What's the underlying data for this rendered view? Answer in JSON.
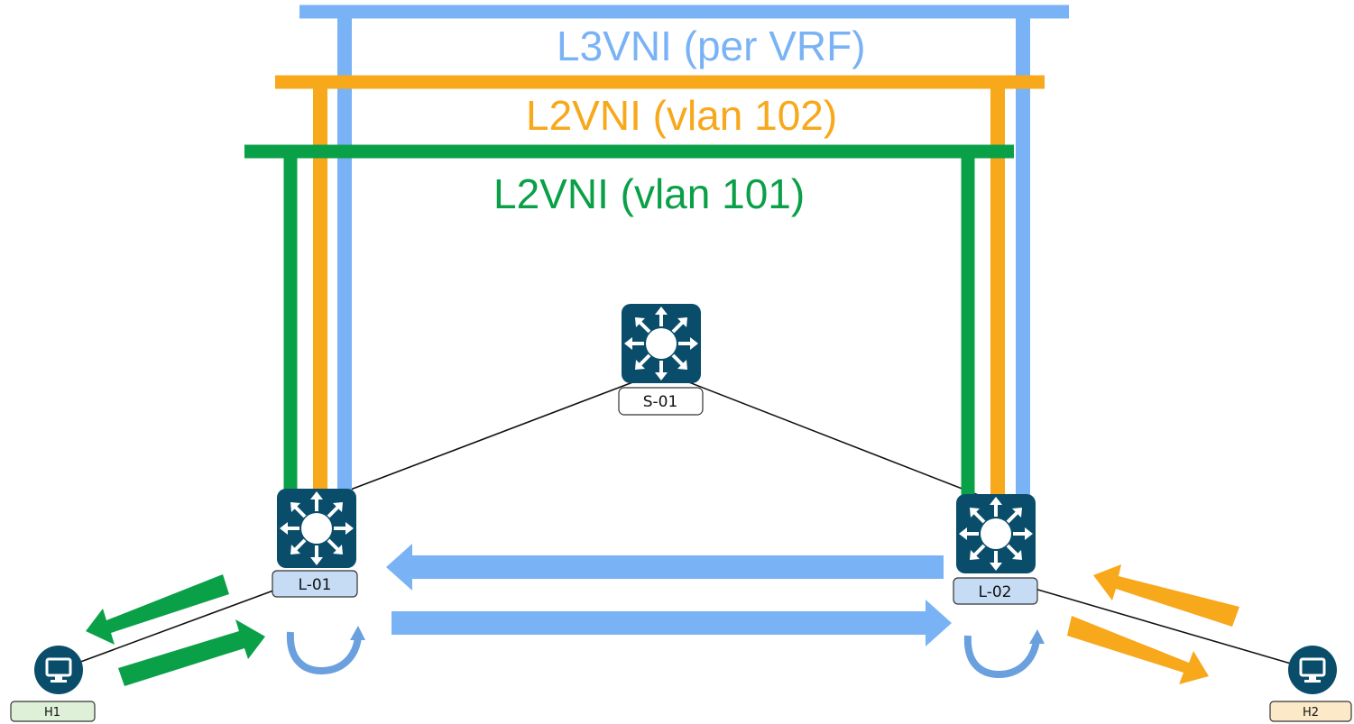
{
  "colors": {
    "l3vni": "#7ab3f5",
    "l2vni_102": "#f7a81b",
    "l2vni_101": "#0aa048",
    "switch": "#0a4d6b",
    "host": "#0a4d6b",
    "leaf_label_bg": "#c6dcf5",
    "spine_label_bg": "#ffffff",
    "h1_label_bg": "#dff0d8",
    "h2_label_bg": "#fbe9c7"
  },
  "vnis": {
    "l3vni": "L3VNI (per VRF)",
    "l2vni_102": "L2VNI (vlan 102)",
    "l2vni_101": "L2VNI (vlan 101)"
  },
  "nodes": {
    "spine": {
      "label": "S-01",
      "icon": "switch-icon"
    },
    "leaf1": {
      "label": "L-01",
      "icon": "switch-icon"
    },
    "leaf2": {
      "label": "L-02",
      "icon": "switch-icon"
    }
  },
  "hosts": {
    "h1": {
      "label": "H1",
      "icon": "monitor-icon"
    },
    "h2": {
      "label": "H2",
      "icon": "monitor-icon"
    }
  }
}
